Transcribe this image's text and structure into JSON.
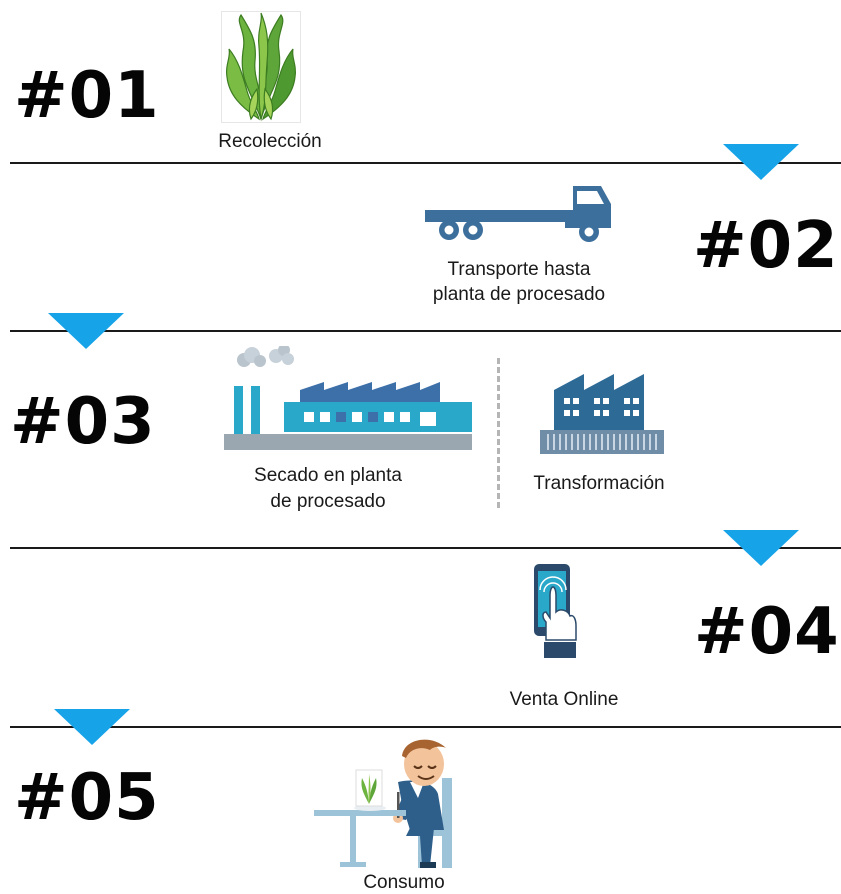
{
  "steps": [
    {
      "number": "#01",
      "label": "Recolección",
      "icon": "seaweed-icon"
    },
    {
      "number": "#02",
      "label_line1": "Transporte hasta",
      "label_line2": "planta de procesado",
      "icon": "truck-icon"
    },
    {
      "number": "#03",
      "label_a_line1": "Secado en planta",
      "label_a_line2": "de procesado",
      "label_b": "Transformación",
      "icon_a": "drying-plant-icon",
      "icon_b": "factory-icon"
    },
    {
      "number": "#04",
      "label": "Venta Online",
      "icon": "smartphone-touch-icon"
    },
    {
      "number": "#05",
      "label": "Consumo",
      "icon": "dining-man-icon"
    }
  ],
  "colors": {
    "arrow": "#16a3e8",
    "truck": "#3c6f9c",
    "factory": "#2e6a96",
    "seaweed": "#5ea63a"
  }
}
